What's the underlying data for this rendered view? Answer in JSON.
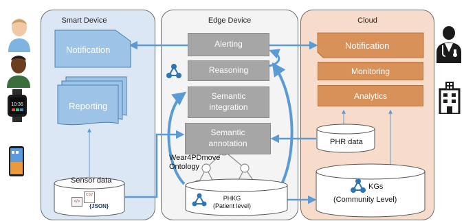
{
  "panels": {
    "smart_device": "Smart Device",
    "edge_device": "Edge Device",
    "cloud": "Cloud"
  },
  "smart_device": {
    "notification": "Notification",
    "reporting": "Reporting",
    "sensor_data": "Sensor data",
    "file_icons": [
      "CSV",
      "{JSON}"
    ]
  },
  "edge_device": {
    "alerting": "Alerting",
    "reasoning": "Reasoning",
    "semantic_integration": [
      "Semantic",
      "integration"
    ],
    "semantic_annotation": [
      "Semantic",
      "annotation"
    ],
    "ontology": [
      "Wear4PDmove",
      "Ontology"
    ],
    "phkg": [
      "PHKG",
      "(Patient level)"
    ]
  },
  "cloud": {
    "notification": "Notification",
    "monitoring": "Monitoring",
    "analytics": "Analytics",
    "phr_data": "PHR data",
    "kgs": [
      "KGs",
      "(Community Level)"
    ]
  },
  "colors": {
    "smart_panel": "#dbe7f5",
    "edge_panel": "#f4f4f4",
    "cloud_panel": "#f7dccb",
    "blue_box": "#9dc3e6",
    "gray_box": "#a6a6a6",
    "orange_box": "#d9915a",
    "arrow_blue": "#5b9bd5"
  },
  "icons": [
    "patient-light-icon",
    "patient-dark-icon",
    "smartwatch-icon",
    "smartphone-icon",
    "doctor-icon",
    "hospital-icon",
    "graph-node-icon"
  ]
}
